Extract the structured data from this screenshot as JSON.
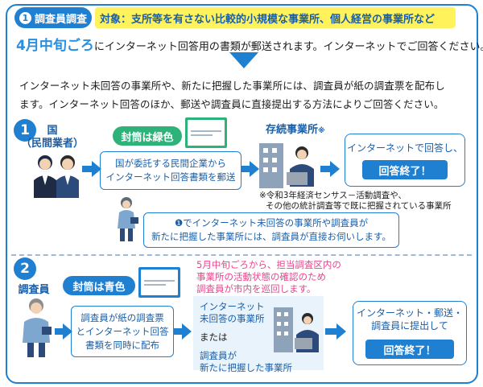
{
  "header": {
    "pill_num": "1",
    "pill_label": "調査員調査",
    "target": "対象：支所等を有さない比較的小規模な事業所、個人経営の事業所など"
  },
  "announce": {
    "highlight": "4月中旬ごろ",
    "rest": "にインターネット回答用の書類が郵送されます。インターネットでご回答ください。"
  },
  "paragraph": {
    "line1": "インターネット未回答の事業所や、新たに把握した事業所には、調査員が紙の調査票を配布し",
    "line2": "ます。インターネット回答のほか、郵送や調査員に直接提出する方法によりご回答ください。"
  },
  "step1": {
    "num": "1",
    "actor_line1": "国",
    "actor_line2": "（民間業者）",
    "envelope_label": "封筒は緑色",
    "box_line1": "国が委託する民間企業から",
    "box_line2": "インターネット回答書類を郵送",
    "target_label": "存続事業所",
    "target_mark": "※",
    "result_text": "インターネットで回答し、",
    "done": "回答終了！",
    "note_line1": "※令和3年経済センサス－活動調査や、",
    "note_line2": "その他の統計調査等で既に把握されている事業所",
    "visit_line1": "❶でインターネット未回答の事業所や調査員が",
    "visit_line2": "新たに把握した事業所には、調査員が直接お伺いします。"
  },
  "step2": {
    "num": "2",
    "actor": "調査員",
    "envelope_label": "封筒は青色",
    "pink_line1": "5月中旬ごろから、担当調査区内の",
    "pink_line2": "事業所の活動状態の確認のため",
    "pink_line3": "調査員が市内を巡回します。",
    "box_line1": "調査員が紙の調査票",
    "box_line2": "とインターネット回答",
    "box_line3": "書類を同時に配布",
    "lb_line1": "インターネット",
    "lb_line2": "未回答の事業所",
    "lb_or": "または",
    "lb_line3": "調査員が",
    "lb_line4": "新たに把握した事業所",
    "result_line1": "インターネット・郵送・",
    "result_line2": "調査員に提出して",
    "done": "回答終了！"
  },
  "colors": {
    "accent": "#1f7fd1",
    "highlight_bg": "#fff25a",
    "green_envelope": "#2fb27a",
    "blue_envelope": "#1f7fd1",
    "pink_text": "#e8458b"
  }
}
